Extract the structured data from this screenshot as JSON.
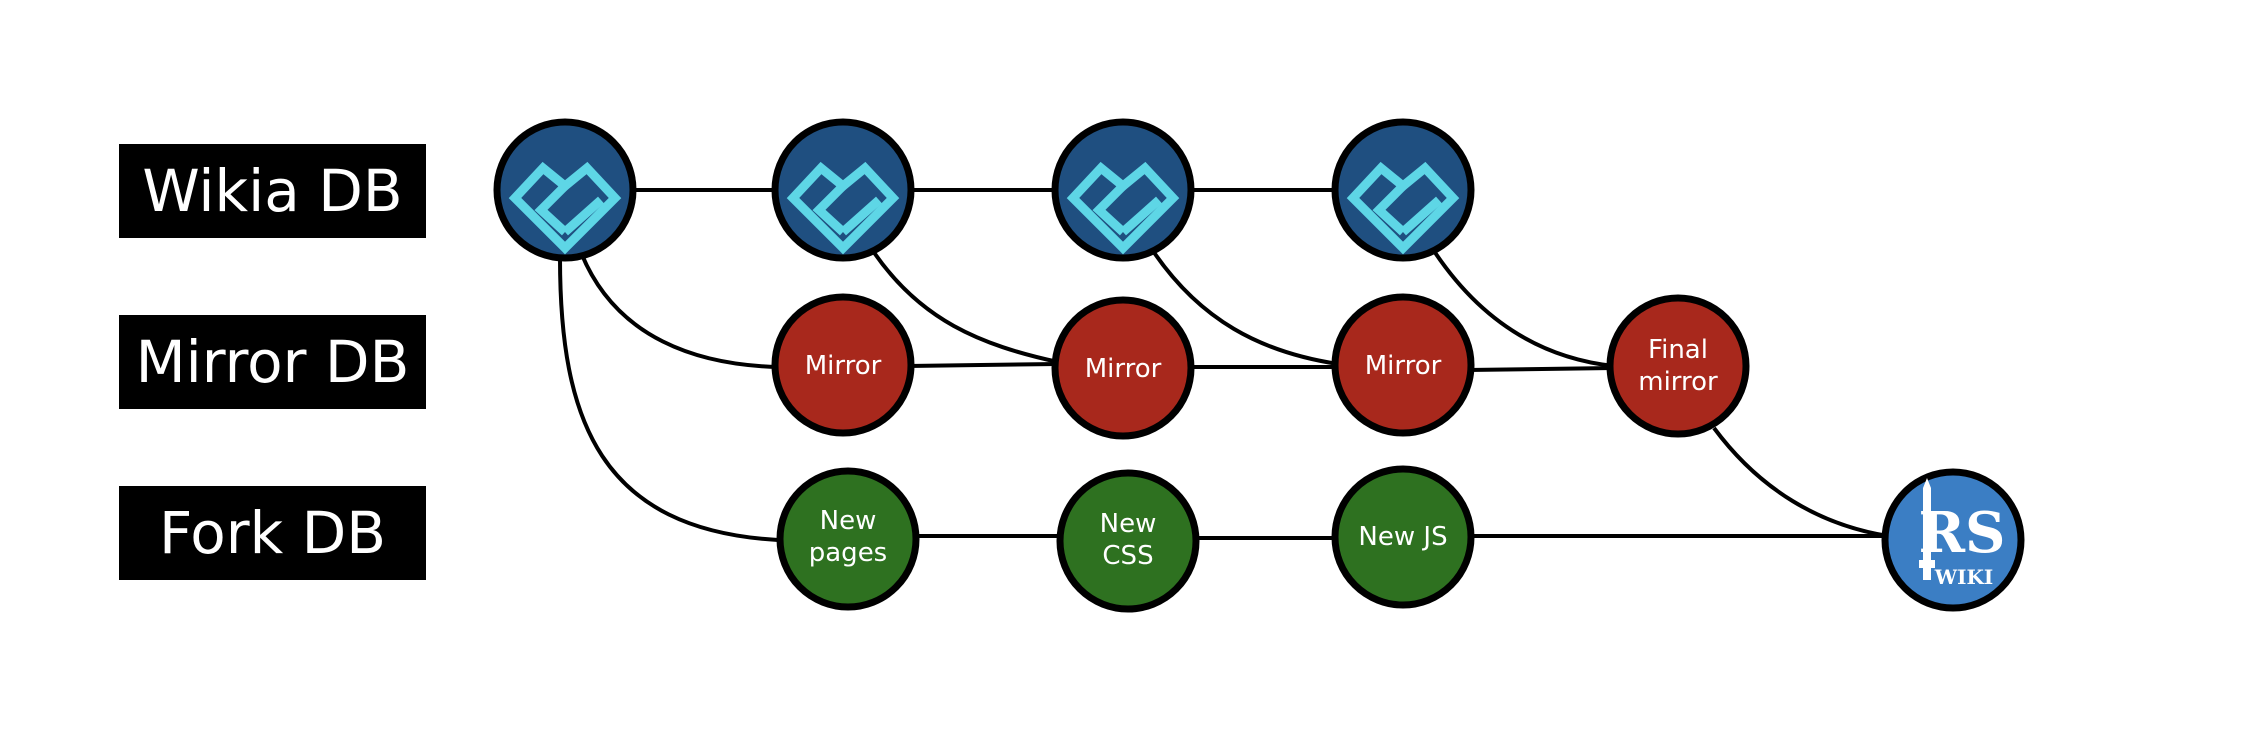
{
  "lanes": {
    "wikia": "Wikia DB",
    "mirror": "Mirror DB",
    "fork": "Fork DB"
  },
  "nodes": {
    "mirror_1": "Mirror",
    "mirror_2": "Mirror",
    "mirror_3": "Mirror",
    "final_mirror_line1": "Final",
    "final_mirror_line2": "mirror",
    "fork_1_line1": "New",
    "fork_1_line2": "pages",
    "fork_2_line1": "New",
    "fork_2_line2": "CSS",
    "fork_3": "New JS",
    "rs_logo_letters": "RS",
    "rs_logo_wiki": "WIKI"
  },
  "icons": {
    "wikia": "wikia-heart-icon",
    "rs": "runescape-wiki-logo"
  },
  "colors": {
    "wikia_node": "#1f4f80",
    "wikia_icon": "#5ed6e6",
    "mirror_node": "#a8281c",
    "fork_node": "#2e7120",
    "rs_node": "#3b7ec4",
    "label_bg": "#000000",
    "edge": "#000000"
  }
}
